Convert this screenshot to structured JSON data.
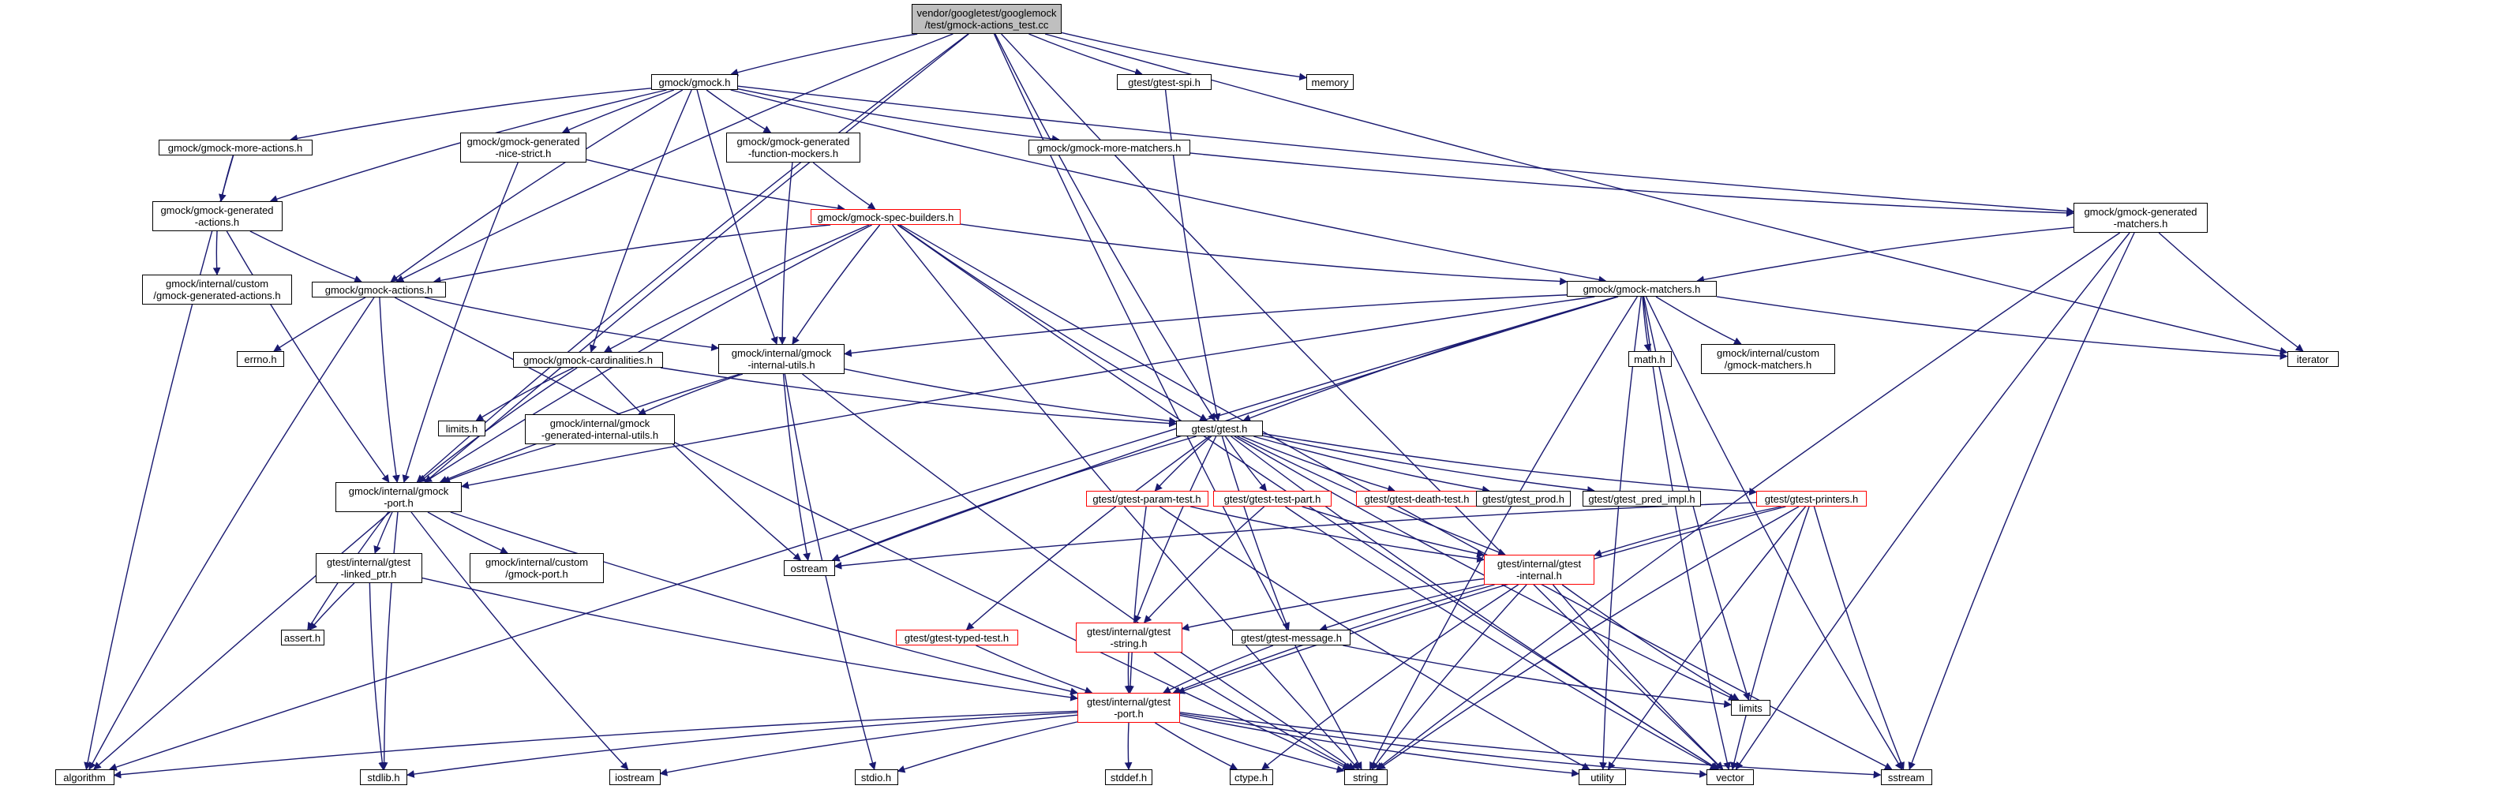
{
  "graph": {
    "kind": "include-dependency-graph",
    "colors": {
      "edge": "#191970",
      "link_border": "#000000",
      "incomplete_border": "#ff0000",
      "system_border": "#bfbfbf",
      "root_fill": "#bfbfbf"
    },
    "nodes": [
      {
        "id": "root",
        "label": "vendor/googletest/googlemock\n/test/gmock-actions_test.cc",
        "style": "root"
      },
      {
        "id": "gmock_h",
        "label": "gmock/gmock.h",
        "style": "link"
      },
      {
        "id": "gtest_spi",
        "label": "gtest/gtest-spi.h",
        "style": "link"
      },
      {
        "id": "memory",
        "label": "memory",
        "style": "system"
      },
      {
        "id": "more_actions",
        "label": "gmock/gmock-more-actions.h",
        "style": "link"
      },
      {
        "id": "gen_nice_strict",
        "label": "gmock/gmock-generated\n-nice-strict.h",
        "style": "link"
      },
      {
        "id": "gen_func_mockers",
        "label": "gmock/gmock-generated\n-function-mockers.h",
        "style": "link"
      },
      {
        "id": "more_matchers",
        "label": "gmock/gmock-more-matchers.h",
        "style": "link"
      },
      {
        "id": "gen_actions",
        "label": "gmock/gmock-generated\n-actions.h",
        "style": "link"
      },
      {
        "id": "spec_builders",
        "label": "gmock/gmock-spec-builders.h",
        "style": "red"
      },
      {
        "id": "gen_matchers",
        "label": "gmock/gmock-generated\n-matchers.h",
        "style": "link"
      },
      {
        "id": "custom_gen_actions",
        "label": "gmock/internal/custom\n/gmock-generated-actions.h",
        "style": "link"
      },
      {
        "id": "actions",
        "label": "gmock/gmock-actions.h",
        "style": "link"
      },
      {
        "id": "matchers",
        "label": "gmock/gmock-matchers.h",
        "style": "link"
      },
      {
        "id": "errno",
        "label": "errno.h",
        "style": "system"
      },
      {
        "id": "cardinalities",
        "label": "gmock/gmock-cardinalities.h",
        "style": "link"
      },
      {
        "id": "internal_utils",
        "label": "gmock/internal/gmock\n-internal-utils.h",
        "style": "link"
      },
      {
        "id": "math",
        "label": "math.h",
        "style": "system"
      },
      {
        "id": "custom_matchers",
        "label": "gmock/internal/custom\n/gmock-matchers.h",
        "style": "link"
      },
      {
        "id": "iterator",
        "label": "iterator",
        "style": "system"
      },
      {
        "id": "limits_h",
        "label": "limits.h",
        "style": "system"
      },
      {
        "id": "gen_internal_utils",
        "label": "gmock/internal/gmock\n-generated-internal-utils.h",
        "style": "link"
      },
      {
        "id": "gtest_h",
        "label": "gtest/gtest.h",
        "style": "link"
      },
      {
        "id": "gmock_port",
        "label": "gmock/internal/gmock\n-port.h",
        "style": "link"
      },
      {
        "id": "param_test",
        "label": "gtest/gtest-param-test.h",
        "style": "red"
      },
      {
        "id": "test_part",
        "label": "gtest/gtest-test-part.h",
        "style": "red"
      },
      {
        "id": "death_test",
        "label": "gtest/gtest-death-test.h",
        "style": "red"
      },
      {
        "id": "gtest_prod",
        "label": "gtest/gtest_prod.h",
        "style": "link"
      },
      {
        "id": "pred_impl",
        "label": "gtest/gtest_pred_impl.h",
        "style": "link"
      },
      {
        "id": "printers",
        "label": "gtest/gtest-printers.h",
        "style": "red"
      },
      {
        "id": "linked_ptr",
        "label": "gtest/internal/gtest\n-linked_ptr.h",
        "style": "link"
      },
      {
        "id": "custom_port",
        "label": "gmock/internal/custom\n/gmock-port.h",
        "style": "link"
      },
      {
        "id": "ostream",
        "label": "ostream",
        "style": "system"
      },
      {
        "id": "gtest_internal",
        "label": "gtest/internal/gtest\n-internal.h",
        "style": "red"
      },
      {
        "id": "assert",
        "label": "assert.h",
        "style": "system"
      },
      {
        "id": "typed_test",
        "label": "gtest/gtest-typed-test.h",
        "style": "red"
      },
      {
        "id": "gtest_string",
        "label": "gtest/internal/gtest\n-string.h",
        "style": "red"
      },
      {
        "id": "message",
        "label": "gtest/gtest-message.h",
        "style": "link"
      },
      {
        "id": "limits",
        "label": "limits",
        "style": "system"
      },
      {
        "id": "gtest_port",
        "label": "gtest/internal/gtest\n-port.h",
        "style": "red"
      },
      {
        "id": "algorithm",
        "label": "algorithm",
        "style": "system"
      },
      {
        "id": "stdlib",
        "label": "stdlib.h",
        "style": "system"
      },
      {
        "id": "iostream",
        "label": "iostream",
        "style": "system"
      },
      {
        "id": "stdio",
        "label": "stdio.h",
        "style": "system"
      },
      {
        "id": "stddef",
        "label": "stddef.h",
        "style": "system"
      },
      {
        "id": "ctype",
        "label": "ctype.h",
        "style": "system"
      },
      {
        "id": "string",
        "label": "string",
        "style": "system"
      },
      {
        "id": "utility",
        "label": "utility",
        "style": "system"
      },
      {
        "id": "vector",
        "label": "vector",
        "style": "system"
      },
      {
        "id": "sstream",
        "label": "sstream",
        "style": "system"
      }
    ],
    "edges": [
      [
        "root",
        "gmock_h"
      ],
      [
        "root",
        "gtest_spi"
      ],
      [
        "root",
        "memory"
      ],
      [
        "root",
        "actions"
      ],
      [
        "root",
        "gmock_port"
      ],
      [
        "root",
        "gtest_h"
      ],
      [
        "root",
        "algorithm"
      ],
      [
        "root",
        "iterator"
      ],
      [
        "root",
        "string"
      ],
      [
        "root",
        "vector"
      ],
      [
        "gmock_h",
        "more_actions"
      ],
      [
        "gmock_h",
        "gen_nice_strict"
      ],
      [
        "gmock_h",
        "gen_func_mockers"
      ],
      [
        "gmock_h",
        "more_matchers"
      ],
      [
        "gmock_h",
        "gen_actions"
      ],
      [
        "gmock_h",
        "actions"
      ],
      [
        "gmock_h",
        "cardinalities"
      ],
      [
        "gmock_h",
        "internal_utils"
      ],
      [
        "gmock_h",
        "matchers"
      ],
      [
        "gmock_h",
        "gen_matchers"
      ],
      [
        "gtest_spi",
        "gtest_h"
      ],
      [
        "more_actions",
        "gen_actions"
      ],
      [
        "more_actions",
        "algorithm"
      ],
      [
        "gen_nice_strict",
        "spec_builders"
      ],
      [
        "gen_nice_strict",
        "gmock_port"
      ],
      [
        "gen_func_mockers",
        "spec_builders"
      ],
      [
        "gen_func_mockers",
        "internal_utils"
      ],
      [
        "more_matchers",
        "gen_matchers"
      ],
      [
        "gen_actions",
        "custom_gen_actions"
      ],
      [
        "gen_actions",
        "actions"
      ],
      [
        "gen_actions",
        "gmock_port"
      ],
      [
        "spec_builders",
        "actions"
      ],
      [
        "spec_builders",
        "cardinalities"
      ],
      [
        "spec_builders",
        "internal_utils"
      ],
      [
        "spec_builders",
        "matchers"
      ],
      [
        "spec_builders",
        "gtest_h"
      ],
      [
        "spec_builders",
        "gmock_port"
      ],
      [
        "spec_builders",
        "string"
      ],
      [
        "spec_builders",
        "sstream"
      ],
      [
        "spec_builders",
        "vector"
      ],
      [
        "gen_matchers",
        "matchers"
      ],
      [
        "gen_matchers",
        "iterator"
      ],
      [
        "gen_matchers",
        "sstream"
      ],
      [
        "gen_matchers",
        "string"
      ],
      [
        "gen_matchers",
        "vector"
      ],
      [
        "actions",
        "internal_utils"
      ],
      [
        "actions",
        "gmock_port"
      ],
      [
        "actions",
        "errno"
      ],
      [
        "actions",
        "algorithm"
      ],
      [
        "actions",
        "string"
      ],
      [
        "matchers",
        "internal_utils"
      ],
      [
        "matchers",
        "gtest_h"
      ],
      [
        "matchers",
        "math"
      ],
      [
        "matchers",
        "custom_matchers"
      ],
      [
        "matchers",
        "iterator"
      ],
      [
        "matchers",
        "gmock_port"
      ],
      [
        "matchers",
        "ostream"
      ],
      [
        "matchers",
        "algorithm"
      ],
      [
        "matchers",
        "limits"
      ],
      [
        "matchers",
        "string"
      ],
      [
        "matchers",
        "sstream"
      ],
      [
        "matchers",
        "utility"
      ],
      [
        "matchers",
        "vector"
      ],
      [
        "cardinalities",
        "gmock_port"
      ],
      [
        "cardinalities",
        "limits_h"
      ],
      [
        "cardinalities",
        "gtest_h"
      ],
      [
        "cardinalities",
        "ostream"
      ],
      [
        "internal_utils",
        "gen_internal_utils"
      ],
      [
        "internal_utils",
        "gmock_port"
      ],
      [
        "internal_utils",
        "gtest_h"
      ],
      [
        "internal_utils",
        "ostream"
      ],
      [
        "internal_utils",
        "stdio"
      ],
      [
        "internal_utils",
        "string"
      ],
      [
        "gen_internal_utils",
        "gmock_port"
      ],
      [
        "gmock_port",
        "linked_ptr"
      ],
      [
        "gmock_port",
        "custom_port"
      ],
      [
        "gmock_port",
        "assert"
      ],
      [
        "gmock_port",
        "stdlib"
      ],
      [
        "gmock_port",
        "iostream"
      ],
      [
        "gmock_port",
        "gtest_port"
      ],
      [
        "linked_ptr",
        "assert"
      ],
      [
        "linked_ptr",
        "stdlib"
      ],
      [
        "linked_ptr",
        "gtest_port"
      ],
      [
        "gtest_h",
        "param_test"
      ],
      [
        "gtest_h",
        "test_part"
      ],
      [
        "gtest_h",
        "death_test"
      ],
      [
        "gtest_h",
        "gtest_prod"
      ],
      [
        "gtest_h",
        "pred_impl"
      ],
      [
        "gtest_h",
        "printers"
      ],
      [
        "gtest_h",
        "ostream"
      ],
      [
        "gtest_h",
        "typed_test"
      ],
      [
        "gtest_h",
        "gtest_string"
      ],
      [
        "gtest_h",
        "message"
      ],
      [
        "gtest_h",
        "gtest_internal"
      ],
      [
        "gtest_h",
        "limits"
      ],
      [
        "gtest_h",
        "vector"
      ],
      [
        "param_test",
        "gtest_internal"
      ],
      [
        "param_test",
        "gtest_port"
      ],
      [
        "param_test",
        "utility"
      ],
      [
        "test_part",
        "gtest_internal"
      ],
      [
        "test_part",
        "gtest_string"
      ],
      [
        "test_part",
        "vector"
      ],
      [
        "printers",
        "ostream"
      ],
      [
        "printers",
        "gtest_internal"
      ],
      [
        "printers",
        "gtest_port"
      ],
      [
        "printers",
        "sstream"
      ],
      [
        "printers",
        "string"
      ],
      [
        "printers",
        "utility"
      ],
      [
        "printers",
        "vector"
      ],
      [
        "gtest_internal",
        "gtest_port"
      ],
      [
        "gtest_internal",
        "gtest_string"
      ],
      [
        "gtest_internal",
        "message"
      ],
      [
        "gtest_internal",
        "limits"
      ],
      [
        "gtest_internal",
        "ctype"
      ],
      [
        "gtest_internal",
        "string"
      ],
      [
        "gtest_internal",
        "vector"
      ],
      [
        "typed_test",
        "gtest_port"
      ],
      [
        "gtest_string",
        "gtest_port"
      ],
      [
        "gtest_string",
        "string"
      ],
      [
        "message",
        "gtest_port"
      ],
      [
        "message",
        "limits"
      ],
      [
        "gtest_port",
        "algorithm"
      ],
      [
        "gtest_port",
        "stdlib"
      ],
      [
        "gtest_port",
        "iostream"
      ],
      [
        "gtest_port",
        "stdio"
      ],
      [
        "gtest_port",
        "stddef"
      ],
      [
        "gtest_port",
        "ctype"
      ],
      [
        "gtest_port",
        "string"
      ],
      [
        "gtest_port",
        "utility"
      ],
      [
        "gtest_port",
        "vector"
      ],
      [
        "gtest_port",
        "sstream"
      ]
    ]
  }
}
